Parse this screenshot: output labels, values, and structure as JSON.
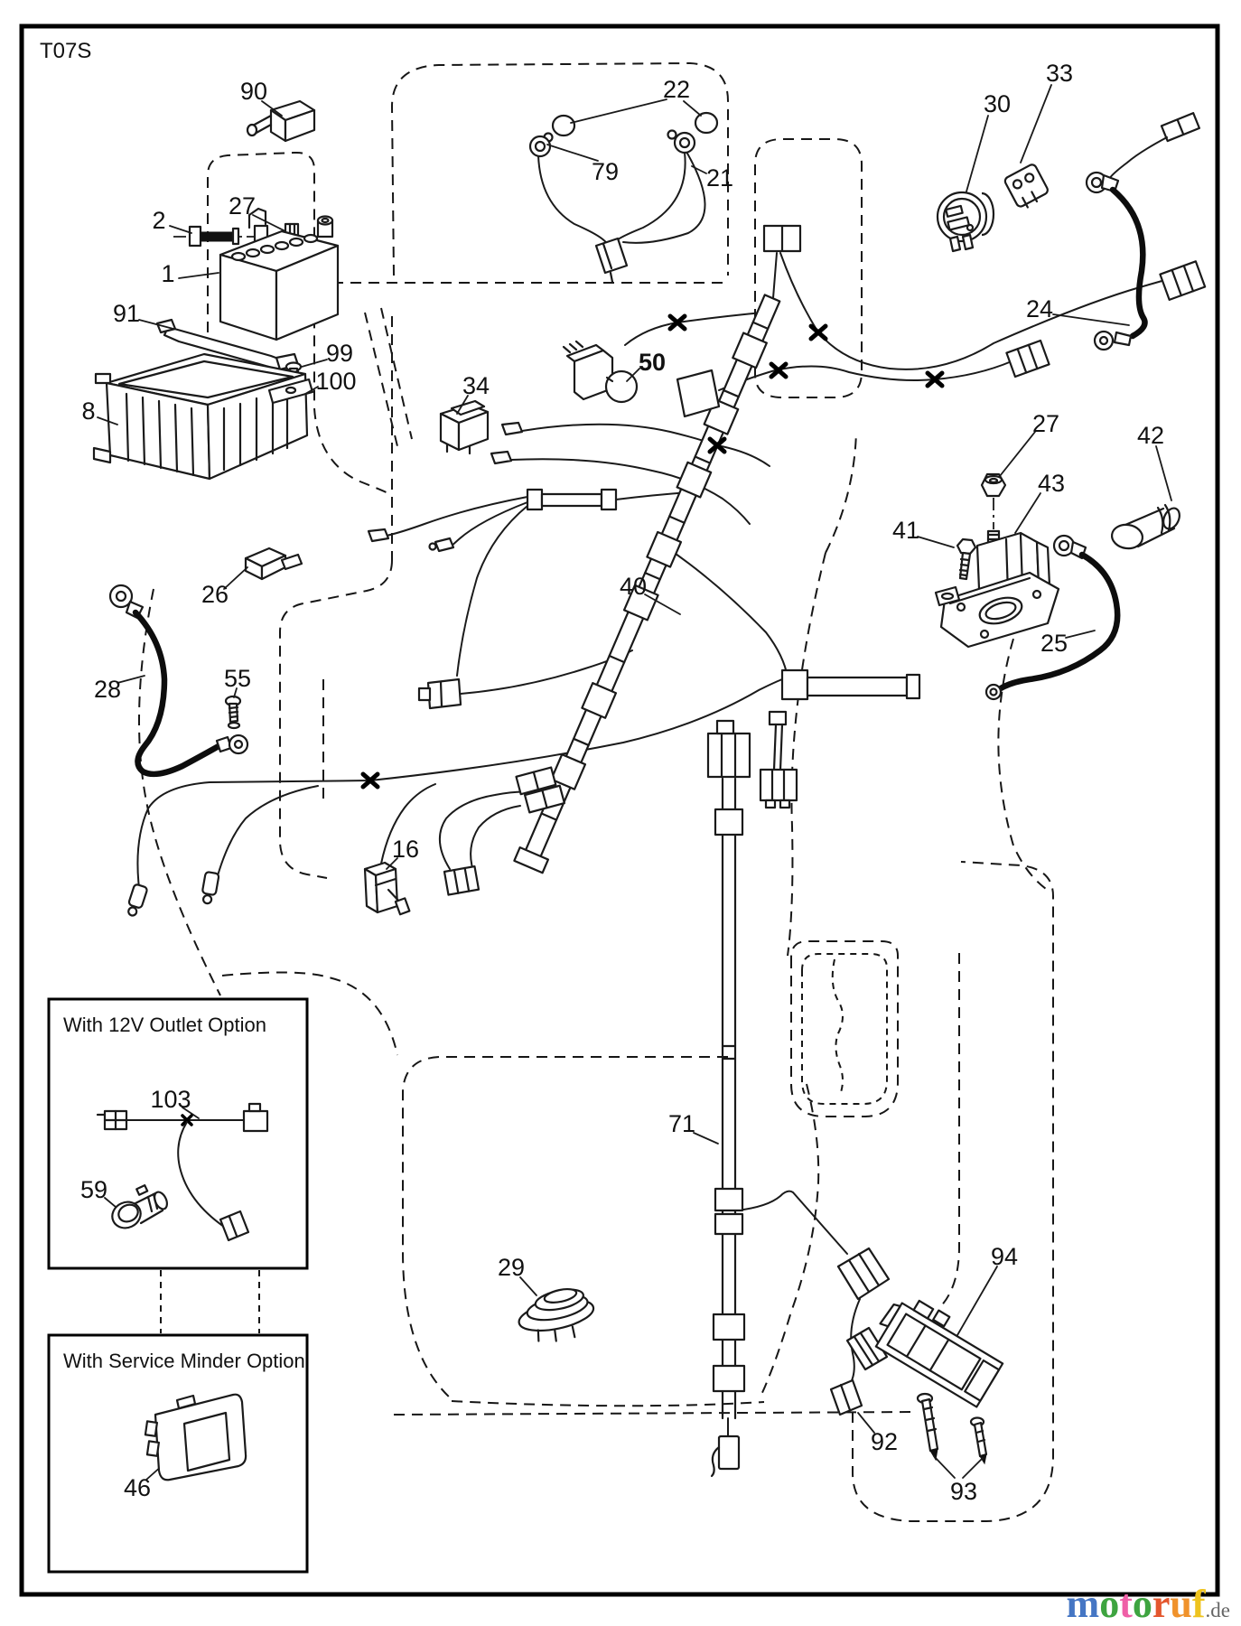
{
  "diagram": {
    "sheet_code": "T07S",
    "callouts": {
      "c90": "90",
      "c2": "2",
      "c27a": "27",
      "c1": "1",
      "c91": "91",
      "c99": "99",
      "c100": "100",
      "c8": "8",
      "c22": "22",
      "c79": "79",
      "c21": "21",
      "c30": "30",
      "c33": "33",
      "c24": "24",
      "c34": "34",
      "c50": "50",
      "c27b": "27",
      "c41": "41",
      "c43": "43",
      "c42": "42",
      "c25": "25",
      "c40": "40",
      "c26": "26",
      "c28": "28",
      "c55": "55",
      "c16": "16",
      "c71": "71",
      "c29": "29",
      "c103": "103",
      "c59": "59",
      "c46": "46",
      "c92": "92",
      "c93": "93",
      "c94": "94"
    },
    "option_boxes": [
      {
        "title": "With 12V Outlet Option"
      },
      {
        "title": "With Service Minder Option"
      }
    ],
    "watermark": {
      "letters": [
        {
          "ch": "m",
          "color": "#4576c4"
        },
        {
          "ch": "o",
          "color": "#3ea440"
        },
        {
          "ch": "t",
          "color": "#ef5fa7"
        },
        {
          "ch": "o",
          "color": "#3ea440"
        },
        {
          "ch": "r",
          "color": "#e4572e"
        },
        {
          "ch": "u",
          "color": "#f0922b"
        },
        {
          "ch": "f",
          "color": "#eec31e"
        }
      ],
      "suffix": ".de",
      "suffix_color": "#666666"
    }
  }
}
